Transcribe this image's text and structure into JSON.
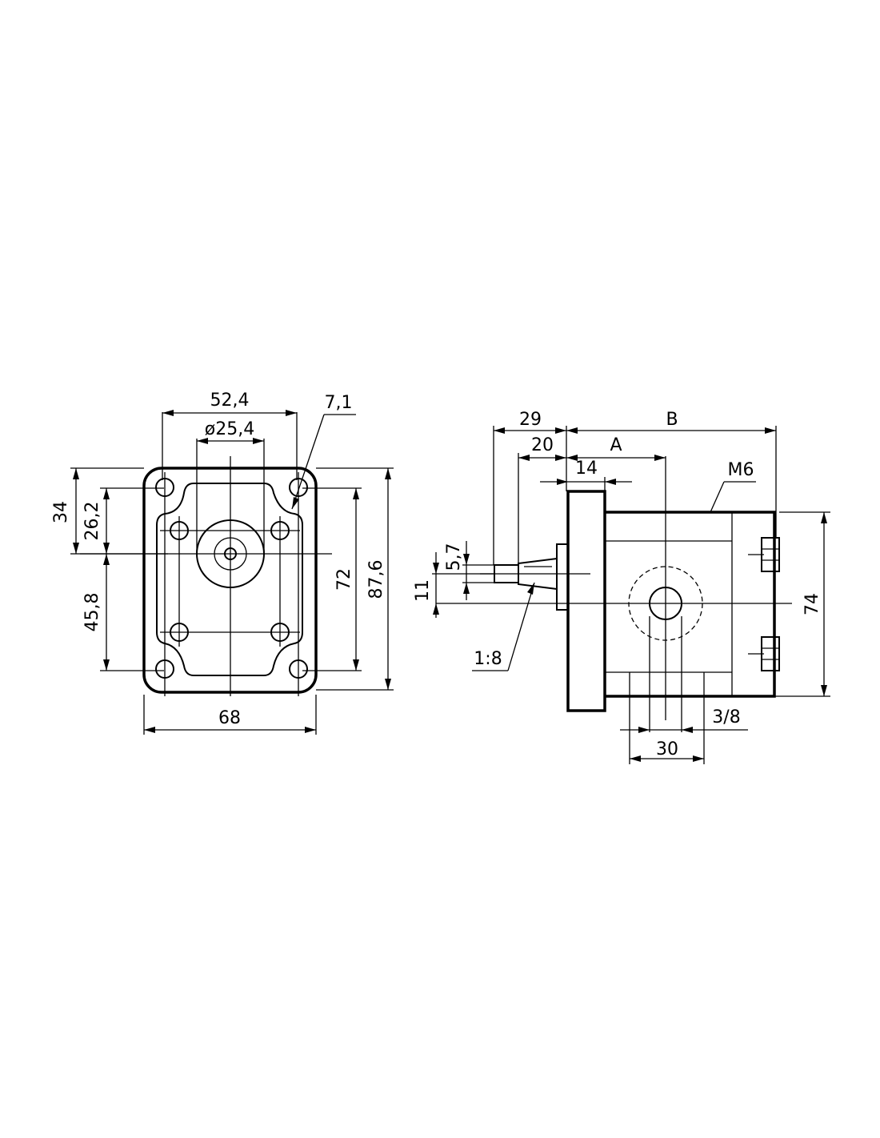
{
  "front_view": {
    "dim_width_top": "52,4",
    "dim_diameter": "ø25,4",
    "dim_hole": "7,1",
    "dim_left_outer": "34",
    "dim_left_inner": "26,2",
    "dim_left_lower": "45,8",
    "dim_right_inner": "72",
    "dim_right_outer": "87,6",
    "dim_width_bottom": "68"
  },
  "side_view": {
    "dim_29": "29",
    "dim_20": "20",
    "dim_14": "14",
    "dim_A": "A",
    "dim_B": "B",
    "thread": "M6",
    "dim_5_7": "5,7",
    "dim_11": "11",
    "taper": "1:8",
    "dim_74": "74",
    "port": "3/8",
    "dim_30": "30"
  }
}
